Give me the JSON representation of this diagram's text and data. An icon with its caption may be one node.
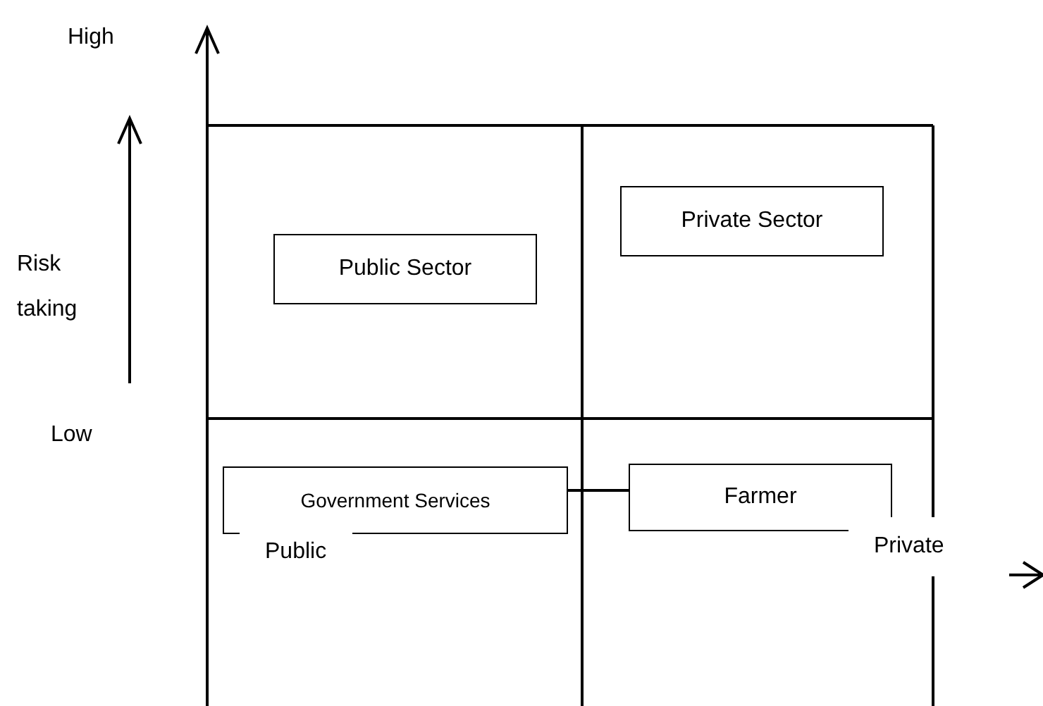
{
  "diagram": {
    "nodes": [
      {
        "text": [
          "Public Sector"
        ]
      },
      {
        "text": [
          "Private Sector"
        ]
      },
      {
        "text": [
          "Government Services"
        ]
      },
      {
        "text": [
          "Farmer"
        ]
      }
    ],
    "edges": [
      {
        "from": 2,
        "to": 3,
        "arrow": "none"
      }
    ],
    "labels": [
      "High",
      "Risk taking",
      "Low",
      "Public",
      "Private"
    ]
  }
}
